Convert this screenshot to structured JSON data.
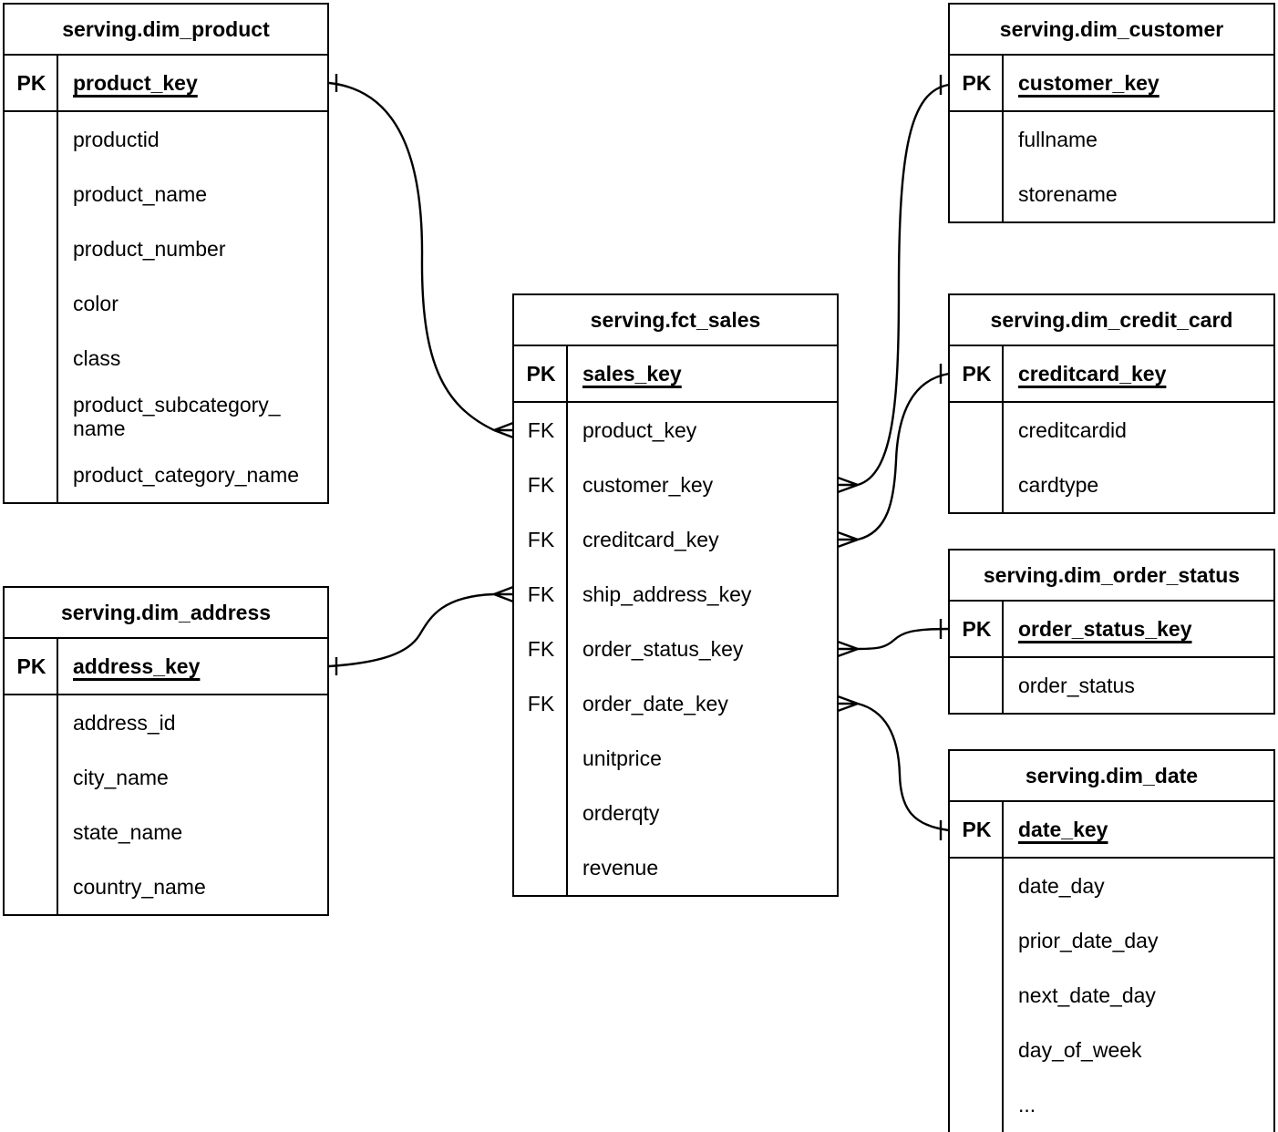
{
  "tables": {
    "dim_product": {
      "title": "serving.dim_product",
      "pk_badge": "PK",
      "pk": "product_key",
      "attrs": [
        "productid",
        "product_name",
        "product_number",
        "color",
        "class",
        "product_subcategory_\nname",
        "product_category_name"
      ]
    },
    "dim_address": {
      "title": "serving.dim_address",
      "pk_badge": "PK",
      "pk": "address_key",
      "attrs": [
        "address_id",
        "city_name",
        "state_name",
        "country_name"
      ]
    },
    "fct_sales": {
      "title": "serving.fct_sales",
      "pk_badge": "PK",
      "fk_badge": "FK",
      "pk": "sales_key",
      "fks": [
        "product_key",
        "customer_key",
        "creditcard_key",
        "ship_address_key",
        "order_status_key",
        "order_date_key"
      ],
      "attrs": [
        "unitprice",
        "orderqty",
        "revenue"
      ]
    },
    "dim_customer": {
      "title": "serving.dim_customer",
      "pk_badge": "PK",
      "pk": "customer_key",
      "attrs": [
        "fullname",
        "storename"
      ]
    },
    "dim_credit_card": {
      "title": "serving.dim_credit_card",
      "pk_badge": "PK",
      "pk": "creditcard_key",
      "attrs": [
        "creditcardid",
        "cardtype"
      ]
    },
    "dim_order_status": {
      "title": "serving.dim_order_status",
      "pk_badge": "PK",
      "pk": "order_status_key",
      "attrs": [
        "order_status"
      ]
    },
    "dim_date": {
      "title": "serving.dim_date",
      "pk_badge": "PK",
      "pk": "date_key",
      "attrs": [
        "date_day",
        "prior_date_day",
        "next_date_day",
        "day_of_week",
        "..."
      ]
    }
  },
  "relationships": [
    {
      "from": "serving.fct_sales.product_key",
      "to": "serving.dim_product.product_key",
      "from_cardinality": "many",
      "to_cardinality": "one"
    },
    {
      "from": "serving.fct_sales.ship_address_key",
      "to": "serving.dim_address.address_key",
      "from_cardinality": "many",
      "to_cardinality": "one"
    },
    {
      "from": "serving.fct_sales.customer_key",
      "to": "serving.dim_customer.customer_key",
      "from_cardinality": "many",
      "to_cardinality": "one"
    },
    {
      "from": "serving.fct_sales.creditcard_key",
      "to": "serving.dim_credit_card.creditcard_key",
      "from_cardinality": "many",
      "to_cardinality": "one"
    },
    {
      "from": "serving.fct_sales.order_status_key",
      "to": "serving.dim_order_status.order_status_key",
      "from_cardinality": "many",
      "to_cardinality": "one"
    },
    {
      "from": "serving.fct_sales.order_date_key",
      "to": "serving.dim_date.date_key",
      "from_cardinality": "many",
      "to_cardinality": "one"
    }
  ],
  "colors": {
    "line": "#000000",
    "background": "#ffffff",
    "text": "#000000"
  }
}
